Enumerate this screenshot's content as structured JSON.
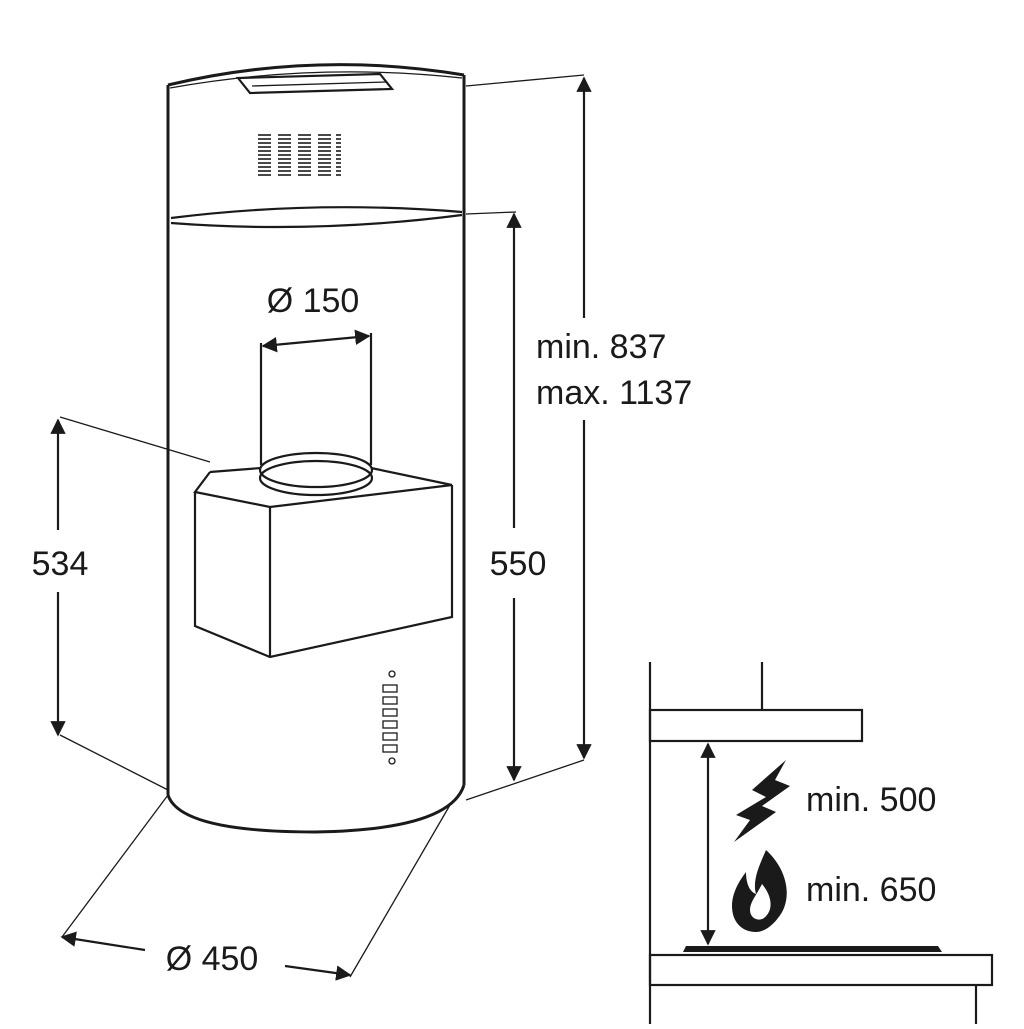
{
  "hood_diagram": {
    "duct_diameter": "Ø 150",
    "hood_diameter": "Ø 450",
    "chimney_height_min": "min. 837",
    "chimney_height_max": "max. 1137",
    "lower_body_height": "550",
    "motor_box_height": "534"
  },
  "clearance_diagram": {
    "electric_hob_clearance": "min. 500",
    "gas_hob_clearance": "min. 650",
    "electric_icon": "lightning-bolt-icon",
    "gas_icon": "flame-icon"
  },
  "colors": {
    "stroke": "#1a1a1a",
    "background": "#ffffff"
  }
}
